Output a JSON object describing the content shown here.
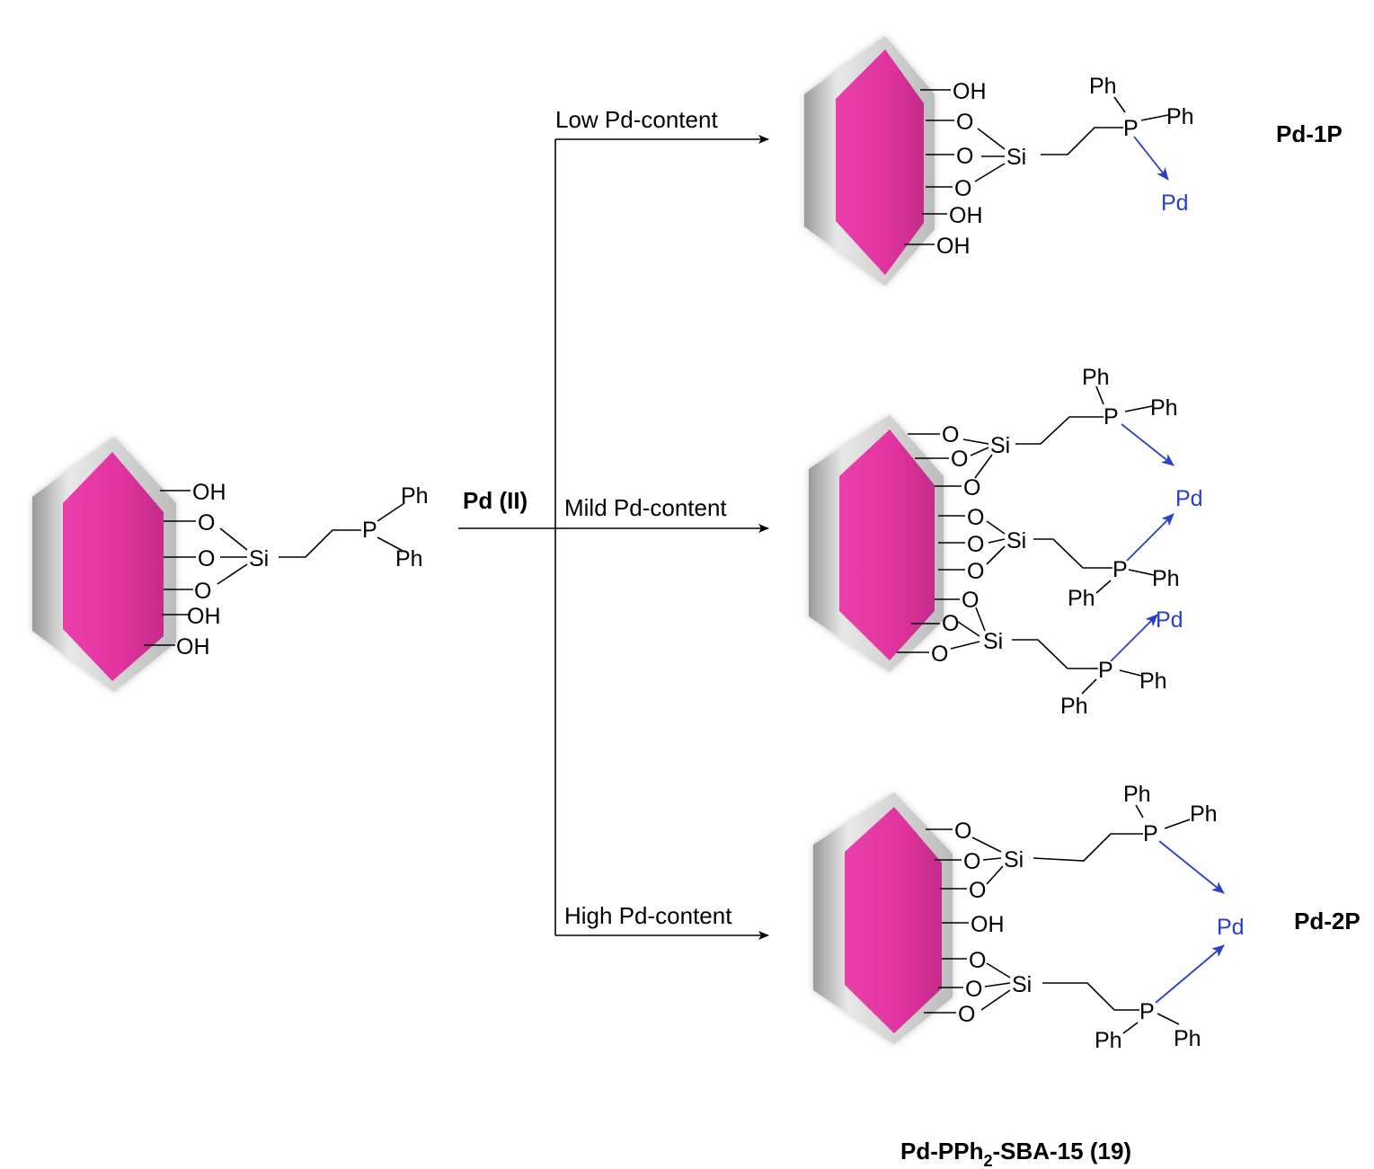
{
  "reagent": "Pd (II)",
  "conditions": {
    "low": "Low Pd-content",
    "mild": "Mild Pd-content",
    "high": "High Pd-content"
  },
  "products": {
    "pd_1p": "Pd-1P",
    "pd_2p": "Pd-2P"
  },
  "caption": {
    "prefix": "Pd-PPh",
    "subscript": "2",
    "suffix": "-SBA-15 (19)"
  },
  "atoms": {
    "hydroxyl": "OH",
    "oxygen": "O",
    "silicon": "Si",
    "phosphorus": "P",
    "phenyl": "Ph",
    "palladium": "Pd"
  },
  "colors": {
    "particle_face": "#e0309e",
    "particle_frame": "#c7c7c7",
    "coordination_bond": "#2b3fcc"
  },
  "icons": {
    "particle": "sba-15-hexagonal-particle-icon",
    "arrow": "reaction-arrow-icon"
  }
}
